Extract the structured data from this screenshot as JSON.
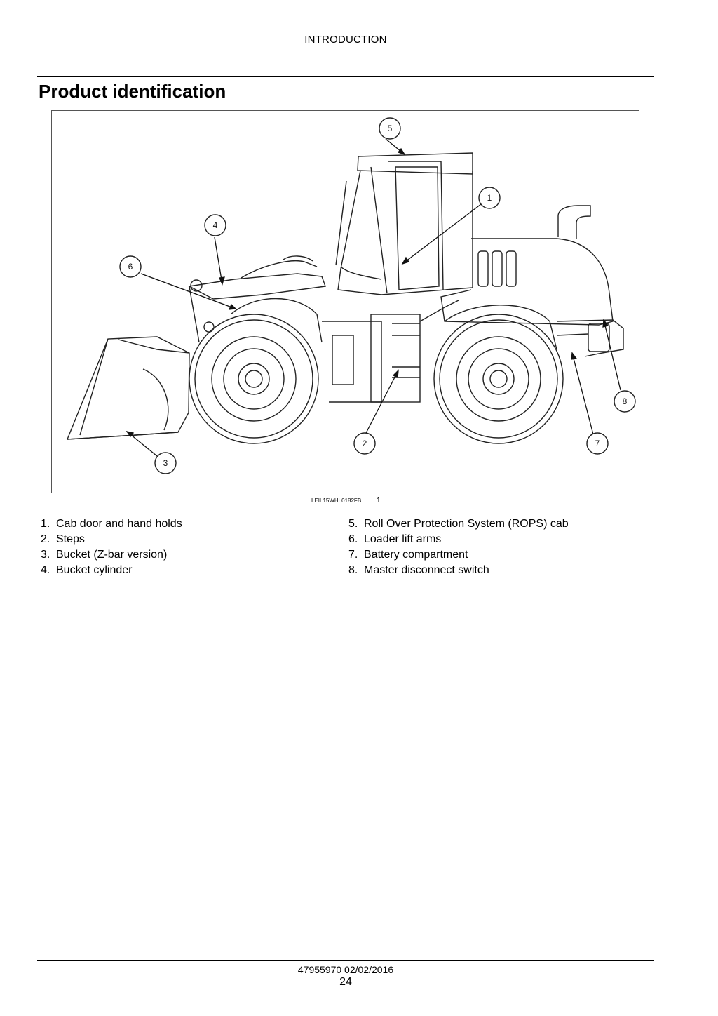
{
  "header": {
    "section": "INTRODUCTION"
  },
  "title": "Product identification",
  "figure": {
    "reference_code": "LEIL15WHL0182FB",
    "figure_number": "1",
    "callout_labels": [
      "1",
      "2",
      "3",
      "4",
      "5",
      "6",
      "7",
      "8"
    ]
  },
  "legend": {
    "left": [
      {
        "num": "1.",
        "text": "Cab door and hand holds"
      },
      {
        "num": "2.",
        "text": "Steps"
      },
      {
        "num": "3.",
        "text": "Bucket (Z-bar version)"
      },
      {
        "num": "4.",
        "text": "Bucket cylinder"
      }
    ],
    "right": [
      {
        "num": "5.",
        "text": "Roll Over Protection System (ROPS) cab"
      },
      {
        "num": "6.",
        "text": "Loader lift arms"
      },
      {
        "num": "7.",
        "text": "Battery compartment"
      },
      {
        "num": "8.",
        "text": "Master disconnect switch"
      }
    ]
  },
  "footer": {
    "doc_code": "47955970 02/02/2016",
    "page_number": "24"
  }
}
